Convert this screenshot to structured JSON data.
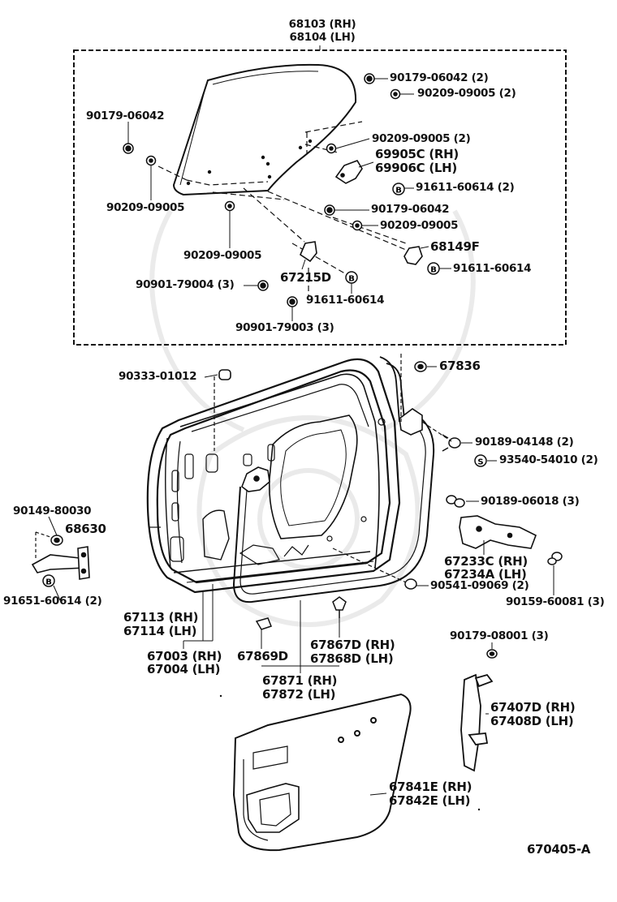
{
  "labels": {
    "l01": "68103 (RH)",
    "l02": "68104 (LH)",
    "l03": "90179-06042 (2)",
    "l04": "90209-09005 (2)",
    "l05": "90179-06042",
    "l06": "90209-09005 (2)",
    "l07": "69905C (RH)",
    "l08": "69906C (LH)",
    "l09": "91611-60614 (2)",
    "l10": "90209-09005",
    "l11": "90179-06042",
    "l12": "90209-09005",
    "l13": "90209-09005",
    "l14": "68149F",
    "l15": "91611-60614",
    "l16": "67215D",
    "l17": "90901-79004 (3)",
    "l18": "91611-60614",
    "l19": "90901-79003 (3)",
    "l20": "90333-01012",
    "l21": "67836",
    "l22": "90189-04148 (2)",
    "l23": "93540-54010 (2)",
    "l24": "90149-80030",
    "l25": "68630",
    "l26": "90189-06018 (3)",
    "l27": "91651-60614 (2)",
    "l28": "67233C (RH)",
    "l29": "67234A (LH)",
    "l30": "90541-09069 (2)",
    "l31": "90159-60081 (3)",
    "l32": "67113 (RH)",
    "l33": "67114 (LH)",
    "l34": "67003 (RH)",
    "l35": "67004 (LH)",
    "l36": "67869D",
    "l37": "67867D (RH)",
    "l38": "67868D (LH)",
    "l39": "90179-08001 (3)",
    "l40": "67871 (RH)",
    "l41": "67872 (LH)",
    "l42": "67407D (RH)",
    "l43": "67408D (LH)",
    "l44": "67841E (RH)",
    "l45": "67842E (LH)",
    "l46": "670405-A"
  },
  "markers": {
    "b": "B",
    "s": "S"
  }
}
